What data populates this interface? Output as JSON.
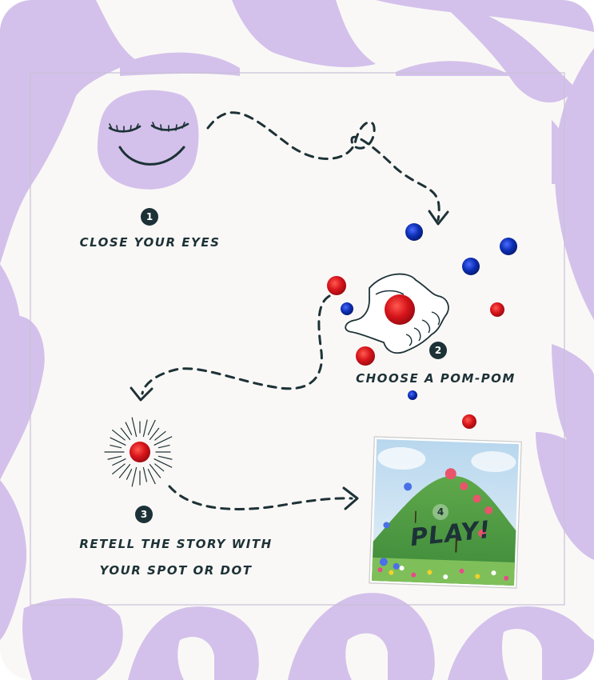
{
  "colors": {
    "lavender": "#d3c1eb",
    "paper": "#faf8f6",
    "ink": "#1d3237",
    "pom_red": "#d7141b",
    "pom_blue": "#0d2fb5"
  },
  "steps": [
    {
      "number": "1",
      "label": "CLOSE YOUR EYES",
      "icon": "sleeping-face-icon"
    },
    {
      "number": "2",
      "label": "CHOOSE A POM-POM",
      "icon": "hand-holding-pompom-icon"
    },
    {
      "number": "3",
      "label_line1": "RETELL THE STORY WITH",
      "label_line2": "YOUR SPOT OR DOT",
      "icon": "shining-pompom-icon"
    },
    {
      "number": "4",
      "label": "PLAY!",
      "icon": "green-hill-picture-icon"
    }
  ]
}
